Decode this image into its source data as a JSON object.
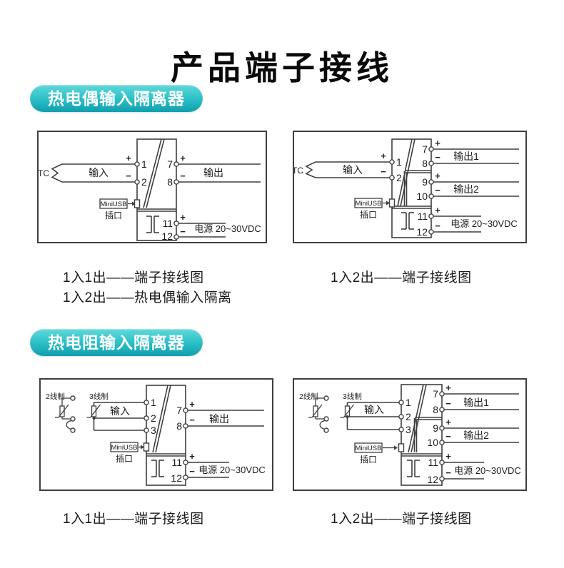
{
  "theme": {
    "pill-top": "#5fd8db",
    "pill-mid": "#2fc2c9",
    "pill-bottom": "#109fad",
    "line": "#3f3f3f",
    "ink": "#141414",
    "bg": "#ffffff"
  },
  "page": {
    "title": "产品端子接线"
  },
  "sections": [
    {
      "label": "热电偶输入隔离器",
      "captions_left": [
        "1入1出——端子接线图",
        "1入2出——热电偶输入隔离"
      ],
      "captions_right": [
        "1入2出——端子接线图"
      ]
    },
    {
      "label": "热电阻输入隔离器",
      "captions_left": [
        "1入1出——端子接线图"
      ],
      "captions_right": [
        "1入2出——端子接线图"
      ]
    }
  ],
  "diagrams": {
    "tc1": {
      "sensor": "TC",
      "input": "输入",
      "output": "输出",
      "plus": "+",
      "minus": "−",
      "t1": "1",
      "t2": "2",
      "t7": "7",
      "t8": "8",
      "t11": "11",
      "t12": "12",
      "usb": "MiniUSB",
      "usb_port": "插口",
      "power": "电源 20~30VDC"
    },
    "tc2": {
      "sensor": "TC",
      "input": "输入",
      "output1": "输出1",
      "output2": "输出2",
      "plus": "+",
      "minus": "−",
      "t1": "1",
      "t2": "2",
      "t7": "7",
      "t8": "8",
      "t9": "9",
      "t10": "10",
      "t11": "11",
      "t12": "12",
      "usb": "MiniUSB",
      "usb_port": "插口",
      "power": "电源 20~30VDC"
    },
    "rtd1": {
      "wire2": "2线制",
      "wire3": "3线制",
      "input": "输入",
      "output": "输出",
      "plus": "+",
      "minus": "−",
      "t1": "1",
      "t2": "2",
      "t3": "3",
      "t7": "7",
      "t8": "8",
      "t11": "11",
      "t12": "12",
      "usb": "MiniUSB",
      "usb_port": "插口",
      "power": "电源 20~30VDC"
    },
    "rtd2": {
      "wire2": "2线制",
      "wire3": "3线制",
      "input": "输入",
      "output1": "输出1",
      "output2": "输出2",
      "plus": "+",
      "minus": "−",
      "t1": "1",
      "t2": "2",
      "t3": "3",
      "t7": "7",
      "t8": "8",
      "t9": "9",
      "t10": "10",
      "t11": "11",
      "t12": "12",
      "usb": "MiniUSB",
      "usb_port": "插口",
      "power": "电源 20~30VDC"
    }
  }
}
